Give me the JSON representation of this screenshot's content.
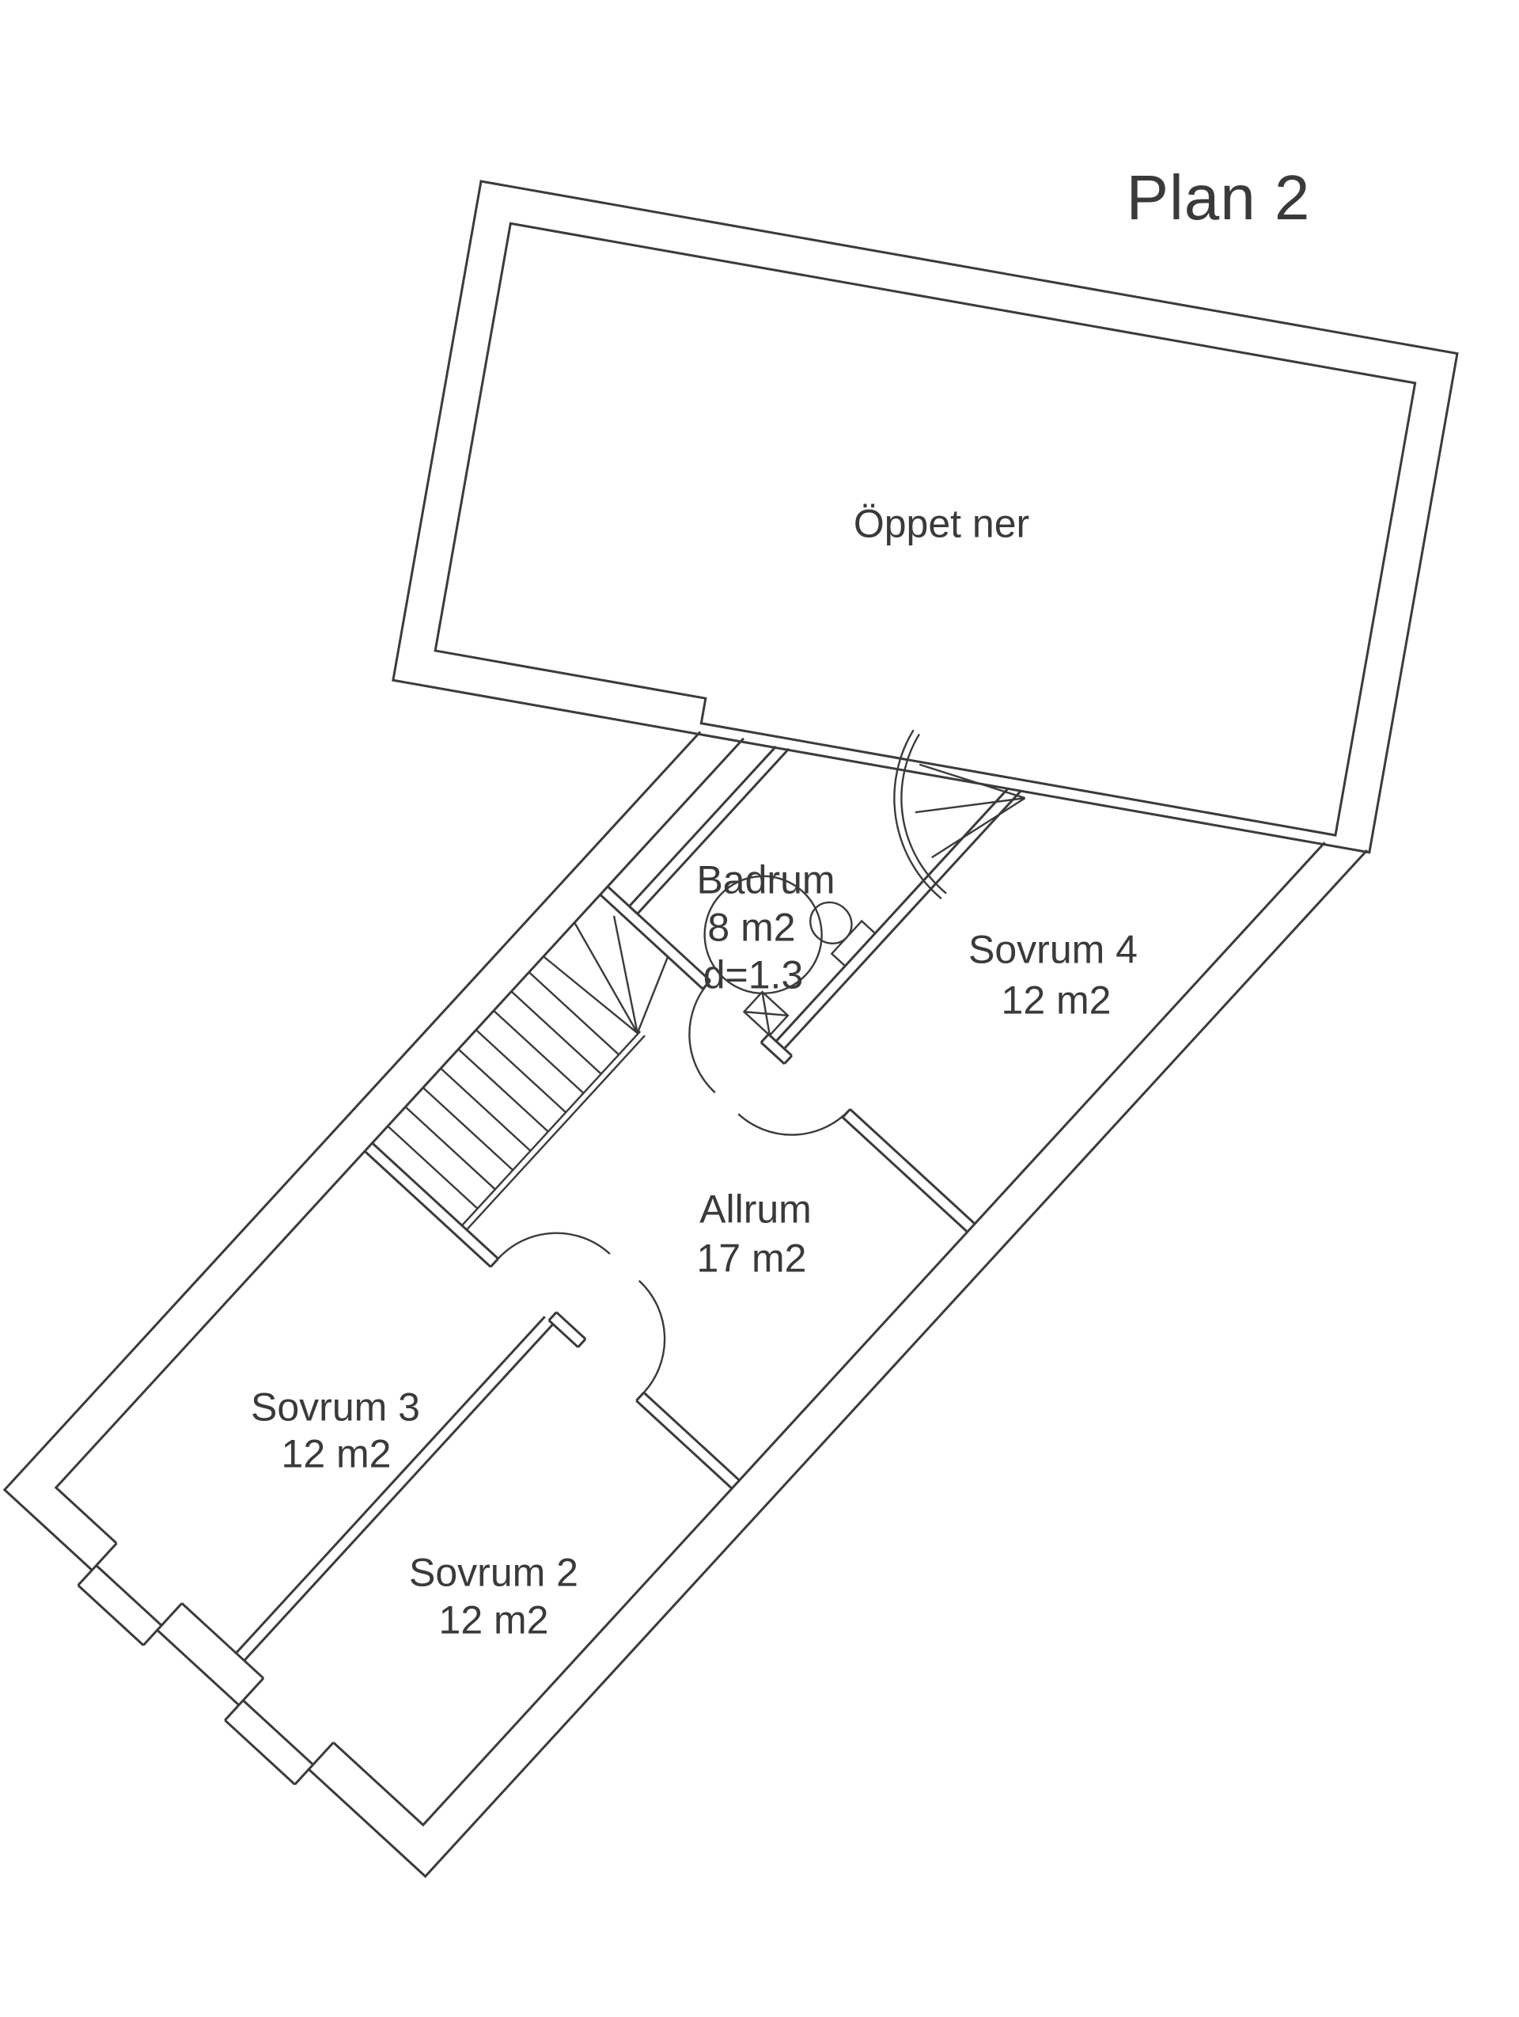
{
  "title": "Plan 2",
  "floor_plan": {
    "rooms": {
      "open_area": {
        "name": "Öppet ner"
      },
      "bathroom": {
        "name": "Badrum",
        "area": "8 m2",
        "note": "d=1.3"
      },
      "bedroom4": {
        "name": "Sovrum 4",
        "area": "12 m2"
      },
      "living_room": {
        "name": "Allrum",
        "area": "17 m2"
      },
      "bedroom3": {
        "name": "Sovrum 3",
        "area": "12 m2"
      },
      "bedroom2": {
        "name": "Sovrum 2",
        "area": "12 m2"
      }
    },
    "symbols": {
      "staircase": "staircase-with-winders",
      "toilet": "toilet",
      "sink": "washbasin",
      "turning_circle": "turning-circle-d-1.3",
      "doors": "door-swing-arcs",
      "windows": "window-symbols"
    },
    "colors": {
      "line": "#3b3b3b",
      "background": "#ffffff",
      "text": "#3a3a3a"
    }
  }
}
